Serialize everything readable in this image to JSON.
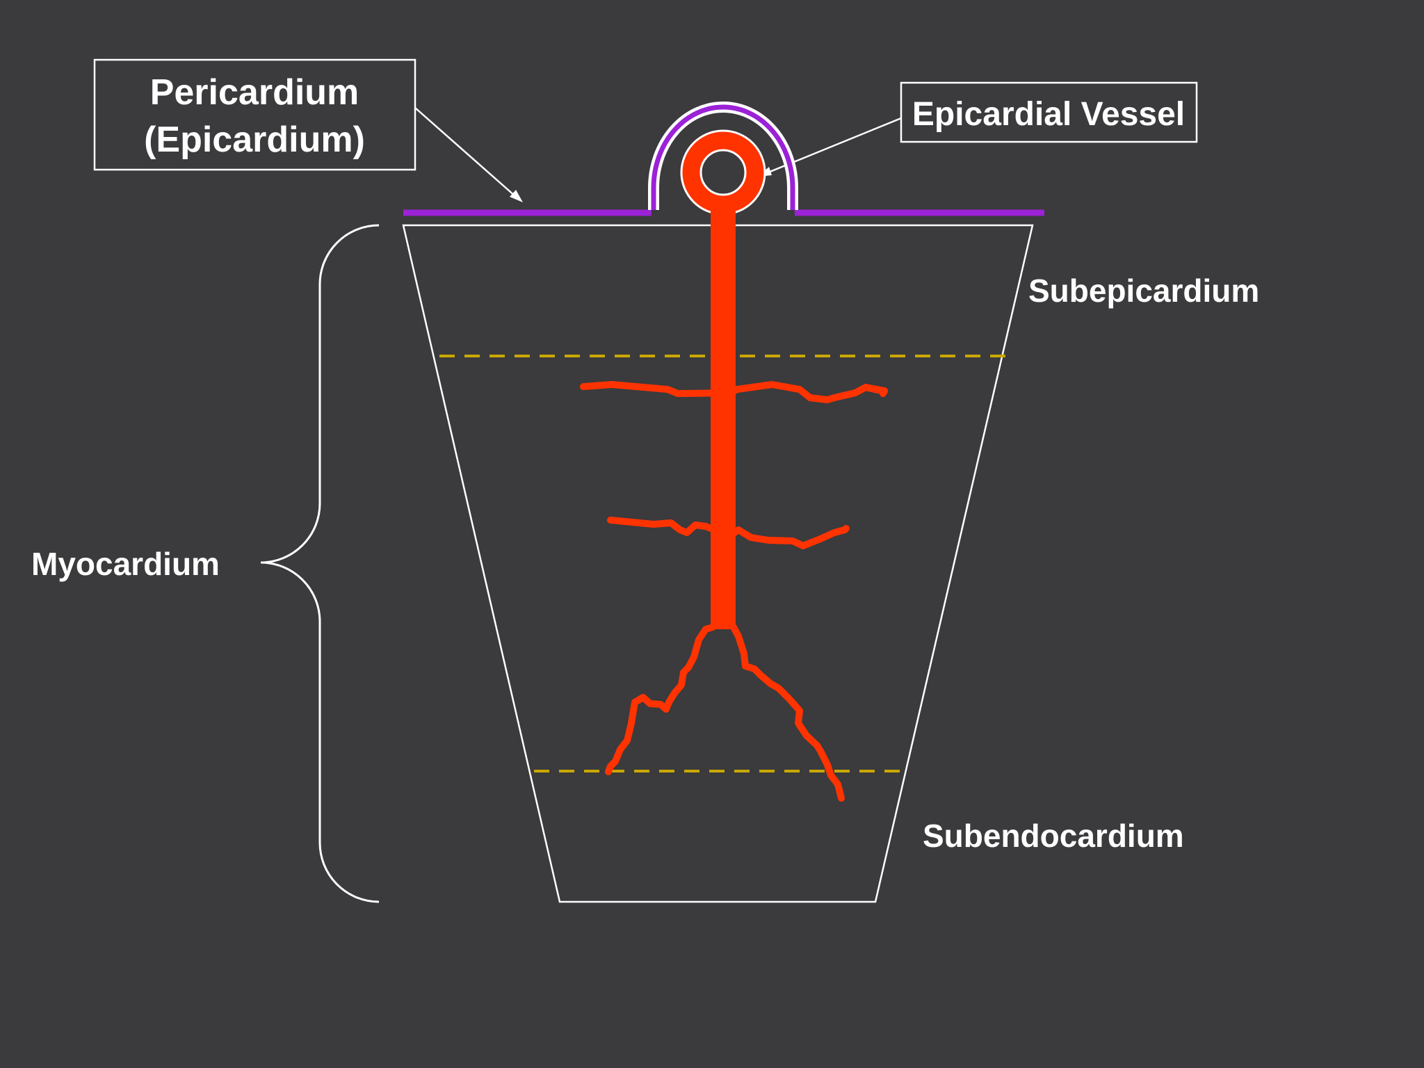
{
  "labels": {
    "pericardium_line1": "Pericardium",
    "pericardium_line2": "(Epicardium)",
    "epicardial_vessel": "Epicardial Vessel",
    "subepicardium": "Subepicardium",
    "myocardium": "Myocardium",
    "subendocardium": "Subendocardium"
  },
  "colors": {
    "background": "#3b3a3c",
    "outline": "#ffffff",
    "pericardium": "#9b22d6",
    "vessel": "#ff3300",
    "layer_boundary": "#c9a800"
  }
}
